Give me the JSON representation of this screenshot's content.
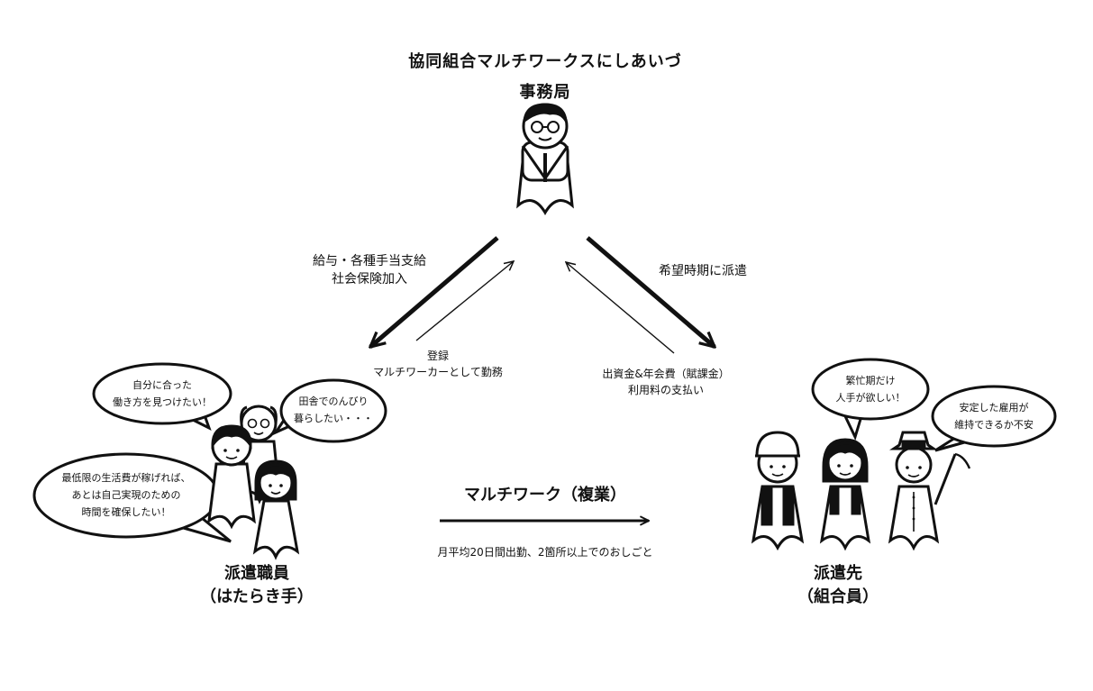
{
  "office": {
    "org_name": "協同組合マルチワークスにしあいづ",
    "role": "事務局"
  },
  "flows": {
    "office_to_worker": [
      "給与・各種手当支給",
      "社会保険加入"
    ],
    "worker_to_office": [
      "登録",
      "マルチワーカーとして勤務"
    ],
    "office_to_member": "希望時期に派遣",
    "member_to_office": [
      "出資金&年会費（賦課金）",
      "利用料の支払い"
    ]
  },
  "worker": {
    "title": "派遣職員",
    "subtitle": "（はたらき手）",
    "bubbles": [
      [
        "自分に合った",
        "働き方を見つけたい！"
      ],
      [
        "田舎でのんびり",
        "暮らしたい・・・"
      ],
      [
        "最低限の生活費が稼げれば、",
        "あとは自己実現のための",
        "時間を確保したい！"
      ]
    ]
  },
  "multiwork": {
    "label": "マルチワーク（複業）",
    "note": "月平均20日間出勤、2箇所以上でのおしごと"
  },
  "member": {
    "title": "派遣先",
    "subtitle": "（組合員）",
    "bubbles": [
      [
        "繁忙期だけ",
        "人手が欲しい！"
      ],
      [
        "安定した雇用が",
        "維持できるか不安"
      ]
    ]
  }
}
